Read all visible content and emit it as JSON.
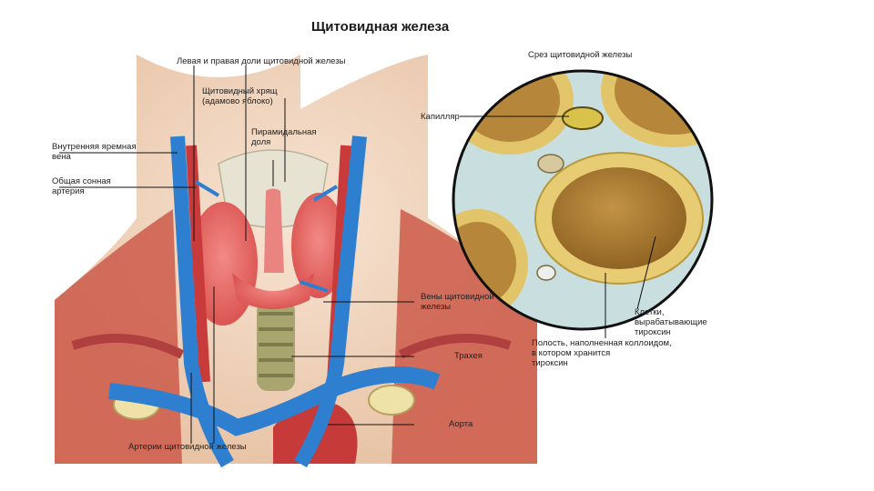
{
  "title": "Щитовидная железа",
  "labels": {
    "lobes": "Левая и правая доли щитовидной железы",
    "cartilage": "Щитовидный хрящ\n(адамово яблоко)",
    "pyramidal": "Пирамидальная\nдоля",
    "jugular": "Внутренняя яремная\nвена",
    "carotid": "Общая сонная\nартерия",
    "section": "Срез щитовидной железы",
    "capillary": "Капилляр",
    "thyroid_veins": "Вены щитовидной\nжелезы",
    "trachea": "Трахея",
    "aorta": "Аорта",
    "arteries": "Артерии щитовидной железы",
    "cells": "Клетки,\nвырабатывающие\nтироксин",
    "cavity": "Полость, наполненная коллоидом,\nв котором хранится\nтироксин"
  },
  "colors": {
    "vein": "#2f7fd0",
    "artery": "#d23a3a",
    "gland": "#e86a6a",
    "colloid": "#a8792a",
    "interstitium": "#c9dede",
    "skin": "#f2d6bf"
  }
}
